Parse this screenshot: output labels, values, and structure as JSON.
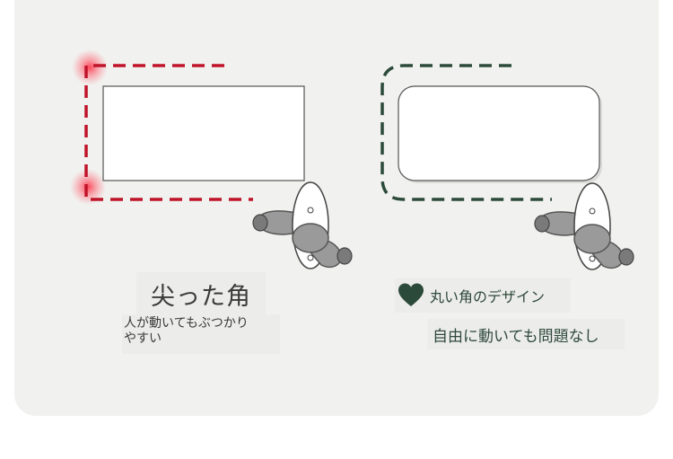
{
  "sharp": {
    "title": "尖った角",
    "caption_line1": "人が動いてもぶつかり",
    "caption_line2": "やすい"
  },
  "round": {
    "title": "丸い角のデザイン",
    "caption": "自由に動いても問題なし"
  },
  "colors": {
    "panel_bg": "#f1f1ef",
    "sharp_accent": "#c0142a",
    "round_accent": "#2c4a3a",
    "glow": "#e8283c",
    "text_dark": "#3a3a3a"
  },
  "icons": [
    "heart-icon",
    "person-top-view-icon"
  ]
}
